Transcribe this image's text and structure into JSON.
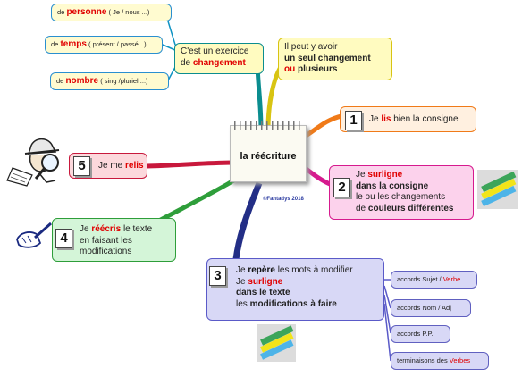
{
  "center": {
    "title": "la réécriture",
    "credit": "©Fantadys 2018"
  },
  "change_node": {
    "line1": "C'est un exercice",
    "line2_pre": "de",
    "line2_red": "changement"
  },
  "tags_left": [
    {
      "pre": "de",
      "red": "personne",
      "post": "( Je / nous ...)"
    },
    {
      "pre": "de",
      "red": "temps",
      "post": "( présent / passé ..)"
    },
    {
      "pre": "de",
      "red": "nombre",
      "post": "( sing /pluriel ...)"
    }
  ],
  "many_node": {
    "line1": "Il peut y avoir",
    "line2": "un seul changement",
    "line3_red": "ou",
    "line3_post": "plusieurs"
  },
  "step1": {
    "num": "1",
    "pre": "Je",
    "red": "lis",
    "post": "bien la consigne"
  },
  "step2": {
    "num": "2",
    "l1_pre": "Je",
    "l1_red": "surligne",
    "l2": "dans la consigne",
    "l3": "le ou les changements",
    "l4_pre": "de",
    "l4_bold": "couleurs différentes"
  },
  "step3": {
    "num": "3",
    "l1_pre": "Je",
    "l1_bold": "repère",
    "l1_post": "les mots à modifier",
    "l2_pre": "Je",
    "l2_red": "surligne",
    "l3": "dans le texte",
    "l4_pre": "les",
    "l4_bold": "modifications à faire"
  },
  "step3_tags": [
    {
      "pre": "accords Sujet /",
      "red": "Verbe"
    },
    {
      "pre": "accords Nom / Adj",
      "red": ""
    },
    {
      "pre": "accords P.P.",
      "red": ""
    },
    {
      "pre": "terminaisons des",
      "red": "Verbes"
    }
  ],
  "step4": {
    "num": "4",
    "l1_pre": "Je",
    "l1_red": "réécris",
    "l1_post": "le texte",
    "l2": "en faisant les",
    "l3": "modifications"
  },
  "step5": {
    "num": "5",
    "pre": "Je me",
    "red": "relis"
  },
  "icons": [
    "detective-magnifier-icon",
    "highlighter-pens-icon",
    "writing-hand-icon",
    "notepad-icon"
  ],
  "colors": {
    "green": "#2e9e3a",
    "orange": "#f07a18",
    "magenta": "#d61a8e",
    "navy": "#232e86",
    "crimson": "#c8183c",
    "teal": "#0b8d8f",
    "yellow": "#d8c412"
  }
}
